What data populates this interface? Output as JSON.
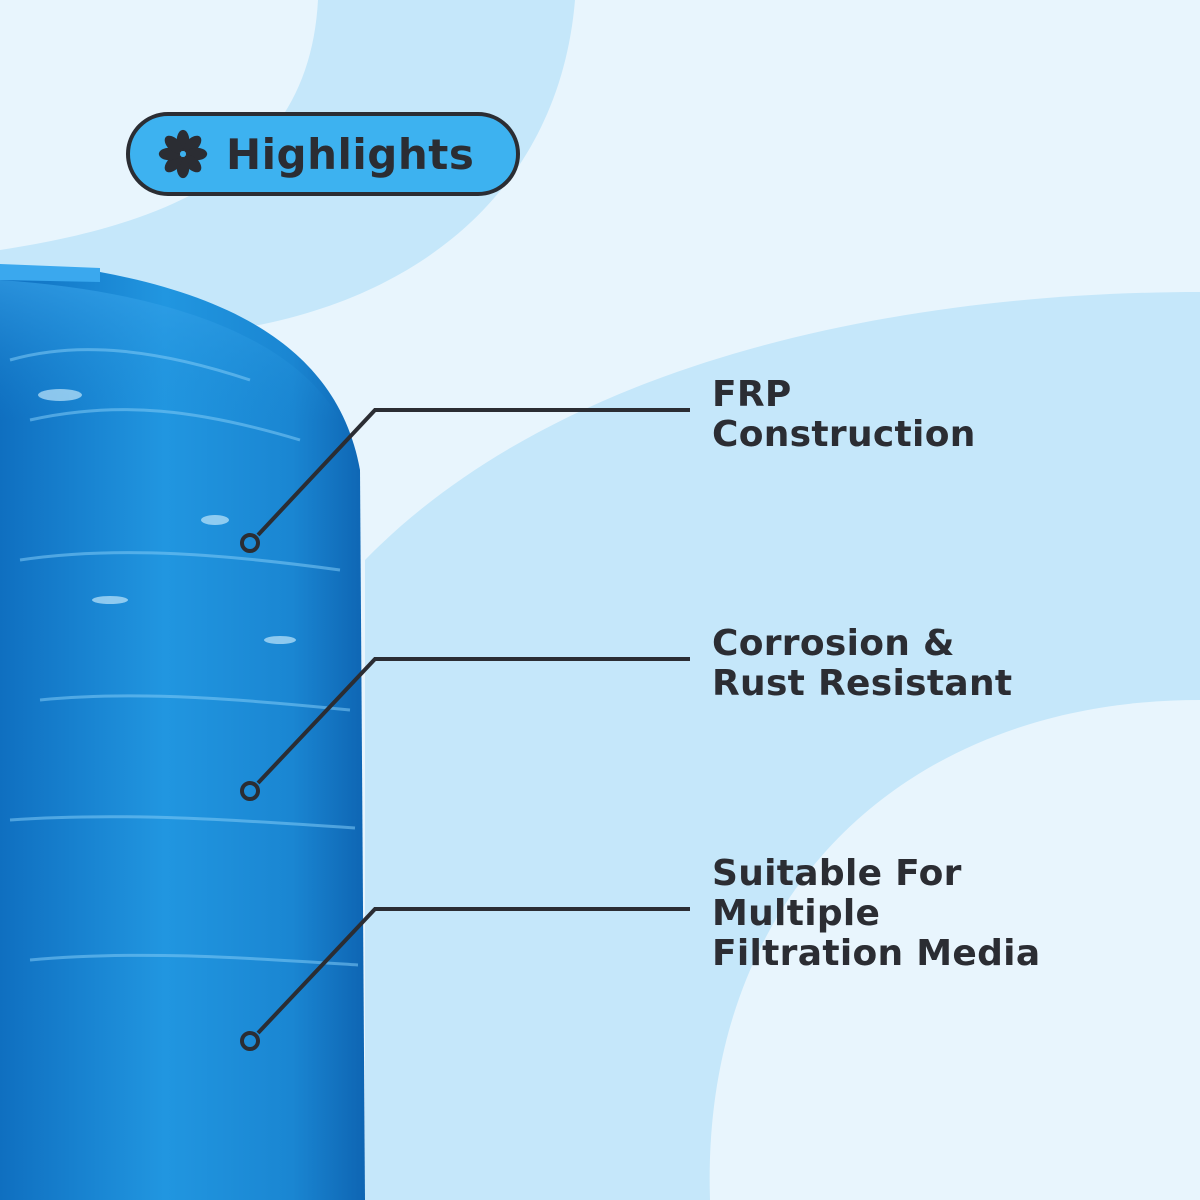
{
  "badge": {
    "label": "Highlights",
    "icon": "asterisk-flower-icon"
  },
  "features": [
    {
      "lines": [
        "FRP",
        "Construction"
      ]
    },
    {
      "lines": [
        "Corrosion &",
        "Rust Resistant"
      ]
    },
    {
      "lines": [
        "Suitable For",
        "Multiple",
        "Filtration Media"
      ]
    }
  ],
  "colors": {
    "background": "#e8f5fd",
    "arc": "#c5e7fa",
    "tank": "#1f8fd8",
    "badge": "#3db2f0",
    "ink": "#2b2d33"
  }
}
